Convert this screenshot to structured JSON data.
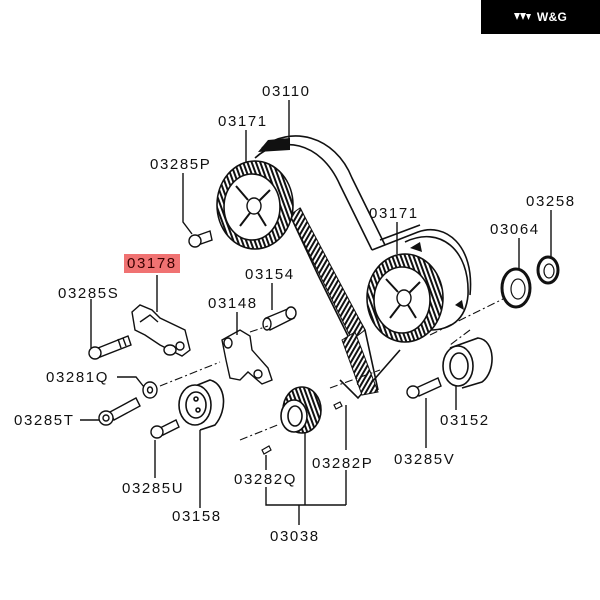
{
  "brand": {
    "name": "W&G",
    "logo_icon": "triple-chevron-logo-icon",
    "background": "#000000",
    "text_color": "#ffffff"
  },
  "diagram": {
    "title": "Timing belt components exploded view",
    "highlight_color": "#f07272",
    "parts": [
      {
        "id": "03110",
        "label": "03110",
        "desc": "timing belt"
      },
      {
        "id": "03171_a",
        "label": "03171",
        "desc": "camshaft sprocket (left)"
      },
      {
        "id": "03171_b",
        "label": "03171",
        "desc": "camshaft sprocket (right)"
      },
      {
        "id": "03285P",
        "label": "03285P",
        "desc": "sprocket bolt"
      },
      {
        "id": "03178",
        "label": "03178",
        "desc": "auto tensioner",
        "highlighted": true
      },
      {
        "id": "03285S",
        "label": "03285S",
        "desc": "bolt"
      },
      {
        "id": "03154",
        "label": "03154",
        "desc": "pin / collar"
      },
      {
        "id": "03148",
        "label": "03148",
        "desc": "tensioner arm"
      },
      {
        "id": "03258",
        "label": "03258",
        "desc": "oil seal"
      },
      {
        "id": "03064",
        "label": "03064",
        "desc": "washer / retainer"
      },
      {
        "id": "03281Q",
        "label": "03281Q",
        "desc": "washer"
      },
      {
        "id": "03285T",
        "label": "03285T",
        "desc": "bolt"
      },
      {
        "id": "03152",
        "label": "03152",
        "desc": "idler pulley"
      },
      {
        "id": "03285V",
        "label": "03285V",
        "desc": "bolt"
      },
      {
        "id": "03285U",
        "label": "03285U",
        "desc": "bolt"
      },
      {
        "id": "03158",
        "label": "03158",
        "desc": "tensioner pulley"
      },
      {
        "id": "03282Q",
        "label": "03282Q",
        "desc": "key"
      },
      {
        "id": "03282P",
        "label": "03282P",
        "desc": "key"
      },
      {
        "id": "03038",
        "label": "03038",
        "desc": "crankshaft sprocket set"
      }
    ]
  }
}
